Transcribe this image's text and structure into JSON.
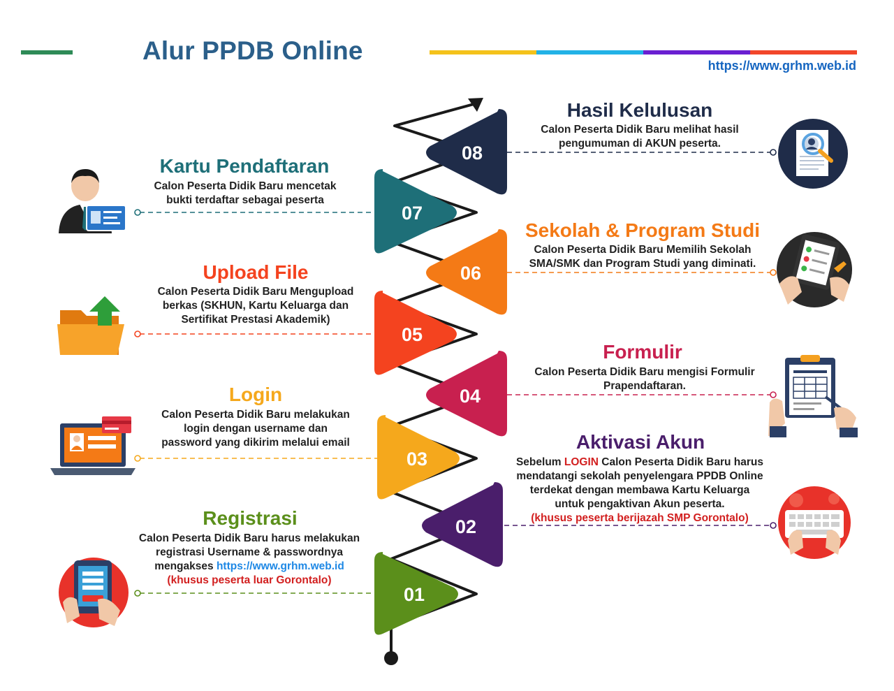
{
  "header": {
    "title": "Alur PPDB Online",
    "url": "https://www.grhm.web.id"
  },
  "colors": {
    "title": "#2b5f8a",
    "stripes": [
      "#f4c21b",
      "#22b2e6",
      "#6a1fd1",
      "#f2462a"
    ],
    "left_bar": "#2e8b57"
  },
  "steps": [
    {
      "number": "01",
      "title": "Registrasi",
      "color": "#5b8f1b",
      "desc_line1": "Calon Peserta Didik Baru harus melakukan",
      "desc_line2": "registrasi Username & passwordnya",
      "desc_line3_prefix": "mengakses",
      "desc_link": "https://www.grhm.web.id",
      "desc_note": "(khusus peserta luar Gorontalo)",
      "icon": "tablet-register-icon"
    },
    {
      "number": "02",
      "title": "Aktivasi Akun",
      "color": "#4a1e6b",
      "desc_prefix": "Sebelum",
      "desc_highlight": "LOGIN",
      "desc_line1_rest": "Calon Peserta Didik Baru harus",
      "desc_line2": "mendatangi sekolah penyelengara PPDB Online",
      "desc_line3": "terdekat dengan membawa Kartu Keluarga",
      "desc_line4": "untuk pengaktivan Akun peserta.",
      "desc_note": "(khusus peserta  berijazah SMP Gorontalo)",
      "icon": "keyboard-hands-icon"
    },
    {
      "number": "03",
      "title": "Login",
      "color": "#f5a81c",
      "desc_line1": "Calon Peserta Didik Baru melakukan",
      "desc_line2": "login dengan username dan",
      "desc_line3": "password yang dikirim melalui email",
      "icon": "laptop-login-icon"
    },
    {
      "number": "04",
      "title": "Formulir",
      "color": "#c8204f",
      "desc_line1": "Calon Peserta Didik Baru mengisi Formulir",
      "desc_line2": "Prapendaftaran.",
      "icon": "clipboard-form-icon"
    },
    {
      "number": "05",
      "title": "Upload File",
      "color": "#f4431f",
      "desc_line1": "Calon Peserta Didik Baru Mengupload",
      "desc_line2": "berkas (SKHUN, Kartu Keluarga dan",
      "desc_line3": "Sertifikat Prestasi Akademik)",
      "icon": "folder-upload-icon"
    },
    {
      "number": "06",
      "title": "Sekolah & Program Studi",
      "color": "#f47a16",
      "desc_line1": "Calon Peserta Didik Baru Memilih Sekolah",
      "desc_line2": "SMA/SMK dan Program Studi yang diminati.",
      "icon": "checklist-hand-icon"
    },
    {
      "number": "07",
      "title": "Kartu Pendaftaran",
      "color": "#1e6f78",
      "desc_line1": "Calon Peserta Didik Baru mencetak",
      "desc_line2": "bukti terdaftar sebagai peserta",
      "icon": "id-card-person-icon"
    },
    {
      "number": "08",
      "title": "Hasil Kelulusan",
      "color": "#1f2c49",
      "desc_line1": "Calon Peserta Didik Baru melihat hasil",
      "desc_line2": "pengumuman di AKUN peserta.",
      "icon": "document-search-icon"
    }
  ]
}
